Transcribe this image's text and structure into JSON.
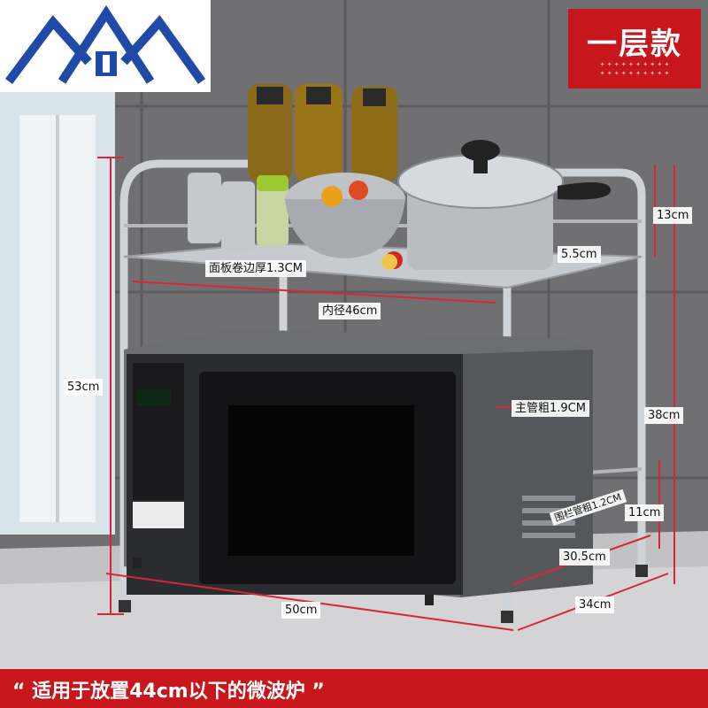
{
  "badge": {
    "title": "一层款"
  },
  "dimensions": {
    "panel_edge": "面板卷边厚1.3CM",
    "inner_width": "内径46cm",
    "main_tube": "主管粗1.9CM",
    "rail_tube": "围栏管粗1.2CM",
    "height_total": "53cm",
    "rail_top": "13cm",
    "shelf_gap": "5.5cm",
    "lower_height": "38cm",
    "bottom_rail": "11cm",
    "base_depth": "30.5cm",
    "width": "50cm",
    "depth": "34cm"
  },
  "caption": {
    "text": "“ 适用于放置44cm以下的微波炉 ”"
  },
  "colors": {
    "accent_red": "#c8161d",
    "dimension_line": "#d9253a"
  },
  "icons": [
    "house-logo-icon"
  ]
}
